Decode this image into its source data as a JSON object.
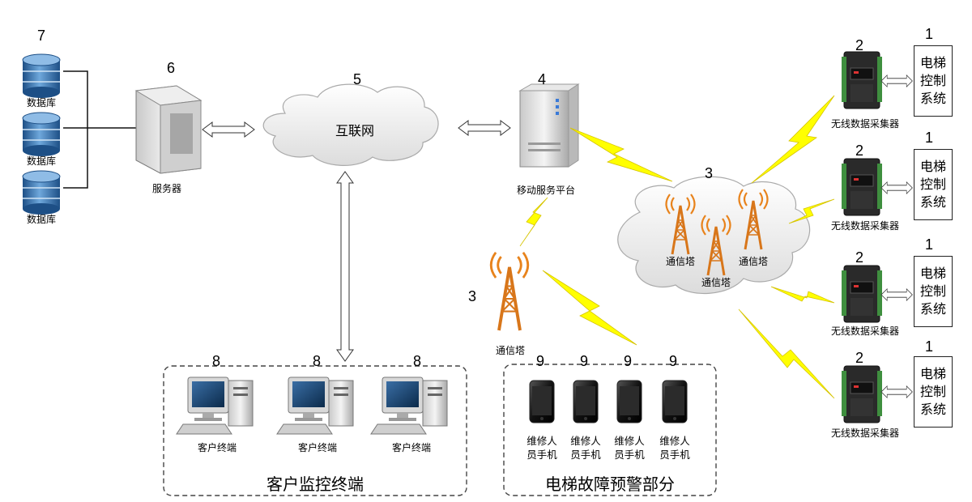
{
  "numbers": {
    "databases": "7",
    "server": "6",
    "internet": "5",
    "platform": "4",
    "tower_cloud": "3",
    "tower_single": "3",
    "collector": "2",
    "control": "1",
    "client": "8",
    "phone": "9"
  },
  "labels": {
    "database": "数据库",
    "server": "服务器",
    "internet": "互联网",
    "platform": "移动服务平台",
    "tower": "通信塔",
    "collector": "无线数据采集器",
    "control": "电梯控制系统",
    "client": "客户终端",
    "phone": "维修人员手机"
  },
  "groups": {
    "client_group": "客户监控终端",
    "warning_group": "电梯故障预警部分"
  },
  "colors": {
    "lightning": "#ffff00",
    "db_blue": "#2f6fb0",
    "tower_orange": "#e07a12",
    "collector_green": "#4a7a4a"
  }
}
